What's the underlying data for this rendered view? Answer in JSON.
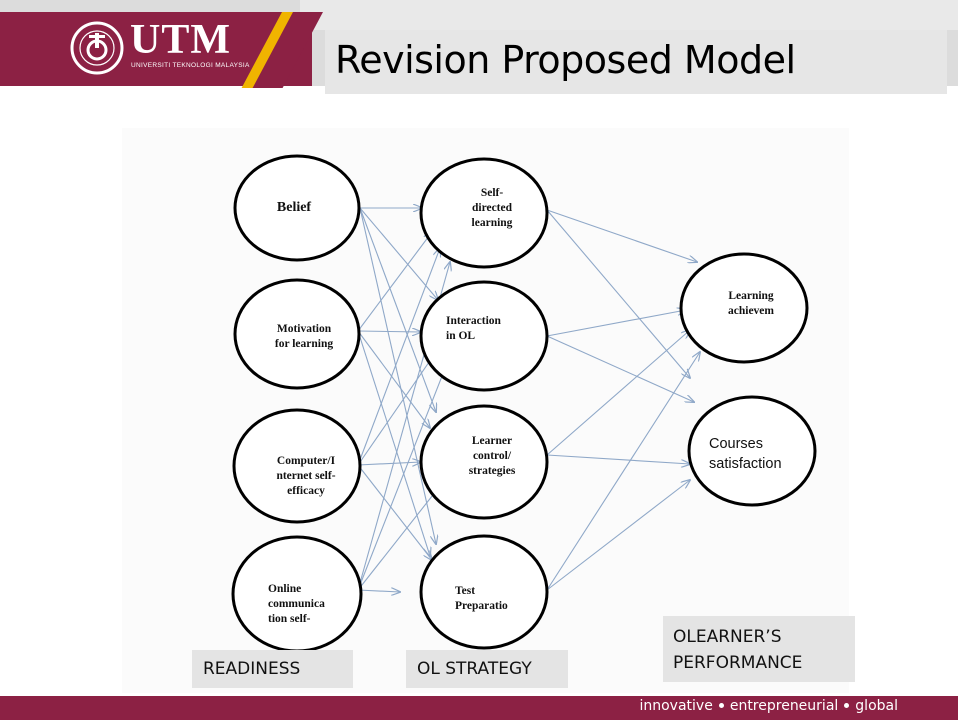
{
  "logo": {
    "wordmark": "UTM",
    "subtitle": "UNIVERSITI TEKNOLOGI MALAYSIA",
    "seal_icon": "utm-seal-icon"
  },
  "slide": {
    "title": "Revision Proposed Model"
  },
  "diagram": {
    "readiness_nodes": [
      {
        "id": "belief",
        "label": "Belief"
      },
      {
        "id": "motivation",
        "label": "Motivation\nfor learning"
      },
      {
        "id": "efficacy",
        "label": "Computer/I\nnternet self-\nefficacy"
      },
      {
        "id": "online",
        "label": "Online\ncommunica\ntion self-"
      }
    ],
    "strategy_nodes": [
      {
        "id": "sdl",
        "label": "Self-\ndirected\nlearning"
      },
      {
        "id": "interaction",
        "label": "Interaction\nin OL"
      },
      {
        "id": "control",
        "label": "Learner\ncontrol/\nstrategies"
      },
      {
        "id": "test",
        "label": "Test\nPreparatio"
      }
    ],
    "performance_nodes": [
      {
        "id": "achieve",
        "label": "Learning\nachievem"
      },
      {
        "id": "satisfaction",
        "label": "Courses\nsatisfaction"
      }
    ],
    "captions": {
      "readiness": "READINESS",
      "strategy": "OL STRATEGY",
      "performance": "OLEARNER’S\nPERFORMANCE"
    },
    "arrow_color": "#8fa8c8"
  },
  "footer": {
    "words": [
      "innovative",
      "entrepreneurial",
      "global"
    ]
  },
  "colors": {
    "brand": "#8c2144",
    "accent": "#f0b400"
  }
}
